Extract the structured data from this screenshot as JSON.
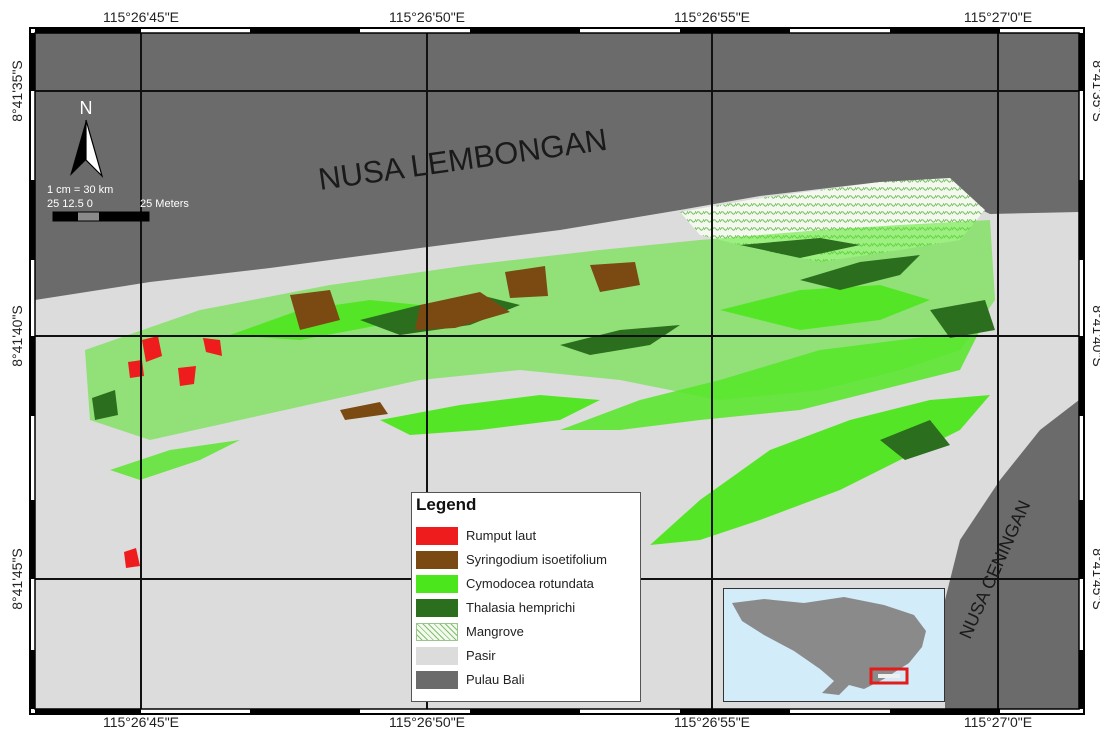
{
  "coordinates": {
    "top": [
      "115°26'45\"E",
      "115°26'50\"E",
      "115°26'55\"E",
      "115°27'0\"E"
    ],
    "bottom": [
      "115°26'45\"E",
      "115°26'50\"E",
      "115°26'55\"E",
      "115°27'0\"E"
    ],
    "left": [
      "8°41'35\"S",
      "8°41'40\"S",
      "8°41'45\"S"
    ],
    "right": [
      "8°41'35\"S",
      "8°41'40\"S",
      "8°41'45\"S"
    ]
  },
  "labels": {
    "north_island": "NUSA LEMBONGAN",
    "southeast_island": "NUSA CENINGAN"
  },
  "north_arrow": {
    "letter": "N"
  },
  "scale": {
    "ratio": "1 cm = 30 km",
    "ticks": "25 12.5  0",
    "end_label": "25 Meters"
  },
  "legend": {
    "title": "Legend",
    "items": [
      {
        "label": "Rumput laut",
        "color": "#ee1c1c",
        "pattern": "solid"
      },
      {
        "label": "Syringodium isoetifolium",
        "color": "#7a4a12",
        "pattern": "solid"
      },
      {
        "label": "Cymodocea rotundata",
        "color": "#4ce61c",
        "pattern": "solid"
      },
      {
        "label": "Thalasia hemprichi",
        "color": "#2b6e1e",
        "pattern": "solid"
      },
      {
        "label": "Mangrove",
        "color": "#7cc26a",
        "pattern": "hatch"
      },
      {
        "label": "Pasir",
        "color": "#dcdcdc",
        "pattern": "solid"
      },
      {
        "label": "Pulau Bali",
        "color": "#6b6b6b",
        "pattern": "solid"
      }
    ]
  },
  "colors": {
    "land": "#6b6b6b",
    "sand": "#dcdcdc",
    "inset_sea": "#d2ecfa",
    "inset_land": "#8a8a8a",
    "highlight": "#e21b1b"
  }
}
